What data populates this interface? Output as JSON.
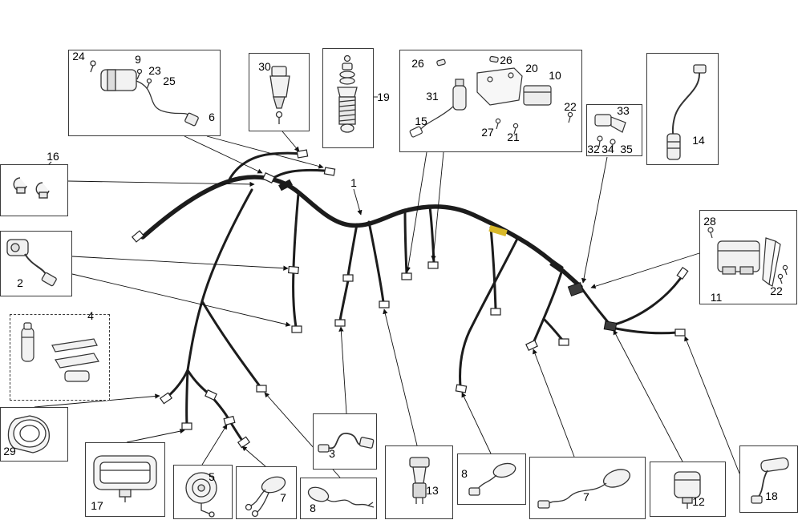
{
  "labels": {
    "n1": "1",
    "n2": "2",
    "n3": "3",
    "n4": "4",
    "n5": "5",
    "n6": "6",
    "n7a": "7",
    "n7b": "7",
    "n8a": "8",
    "n8b": "8",
    "n9": "9",
    "n10": "10",
    "n11": "11",
    "n12": "12",
    "n13": "13",
    "n14": "14",
    "n15": "15",
    "n16": "16",
    "n17": "17",
    "n18": "18",
    "n19": "19",
    "n20": "20",
    "n21": "21",
    "n22a": "22",
    "n22b": "22",
    "n23": "23",
    "n24": "24",
    "n25": "25",
    "n26a": "26",
    "n26b": "26",
    "n27": "27",
    "n28": "28",
    "n29": "29",
    "n30": "30",
    "n31": "31",
    "n32": "32",
    "n33": "33",
    "n34": "34",
    "n35": "35"
  },
  "colors": {
    "harness": "#1c1c1c",
    "tape_marker": "#d9b92a"
  }
}
